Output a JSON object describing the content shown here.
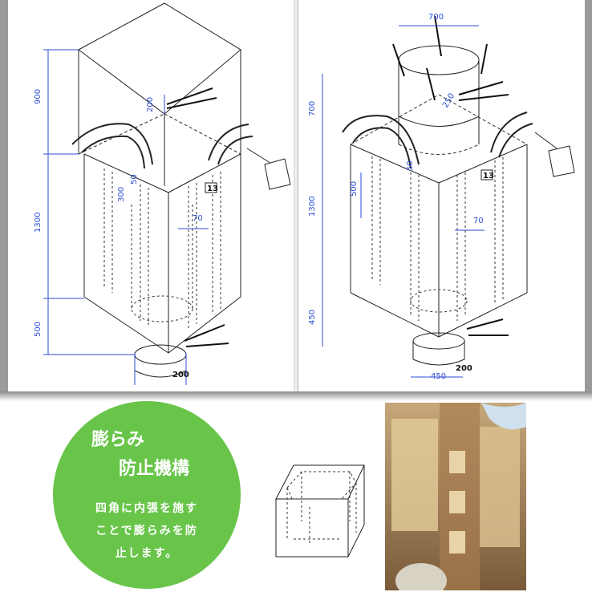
{
  "left_drawing": {
    "dims_vertical": [
      "900",
      "1300",
      "500"
    ],
    "dims_small": [
      "200",
      "50",
      "300",
      "70"
    ],
    "label_bold": "200",
    "tag": "13"
  },
  "right_drawing": {
    "dims_vertical": [
      "700",
      "1300",
      "450",
      "500"
    ],
    "dims_small": [
      "250",
      "50",
      "70"
    ],
    "top_width": "700",
    "bottom_width": "450",
    "label_bold": "200",
    "tag": "13"
  },
  "feature": {
    "title_line1": "膨らみ",
    "title_line2": "防止機構",
    "body_lines": [
      "四角に内張を施す",
      "ことで膨らみを防",
      "止します。"
    ]
  },
  "colors": {
    "accent_green": "#68c54a",
    "dimension_blue": "#2b4bd6",
    "frame_gray": "#9a9a9a"
  }
}
